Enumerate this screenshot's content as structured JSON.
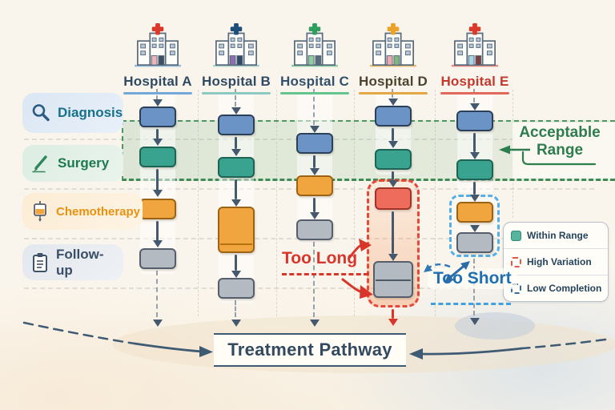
{
  "hospitals": [
    {
      "name": "Hospital A",
      "label_color": "#2e4a63",
      "underline_color": "#73a8d8",
      "cross_color": "#d93a2b",
      "door_colors": [
        "#efb3bb",
        "#3e4f63"
      ],
      "stages": [
        "Diagnosis",
        "Surgery",
        "Chemotherapy",
        "Follow-up"
      ],
      "status": "within_range"
    },
    {
      "name": "Hospital B",
      "label_color": "#2e4a63",
      "underline_color": "#8cc9c0",
      "cross_color": "#1f4e79",
      "door_colors": [
        "#8d6fae",
        "#2f4a68"
      ],
      "stages": [
        "Diagnosis",
        "Surgery",
        "Chemotherapy (long)",
        "Follow-up"
      ],
      "status": "within_range"
    },
    {
      "name": "Hospital C",
      "label_color": "#31506b",
      "underline_color": "#63c48e",
      "cross_color": "#2f9e5f",
      "door_colors": [
        "#8fcf9f",
        "#5b6b77"
      ],
      "stages": [
        "Diagnosis",
        "Chemotherapy",
        "Follow-up"
      ],
      "status": "within_range"
    },
    {
      "name": "Hospital D",
      "label_color": "#4c432f",
      "underline_color": "#e3a844",
      "cross_color": "#eba228",
      "door_colors": [
        "#f0a8b0",
        "#7fb77e"
      ],
      "stages": [
        "Diagnosis",
        "Surgery",
        "Chemotherapy (delayed)",
        "Follow-up (long)"
      ],
      "status": "high_variation"
    },
    {
      "name": "Hospital E",
      "label_color": "#c3392e",
      "underline_color": "#e2685c",
      "cross_color": "#d93a2b",
      "door_colors": [
        "#a8d4e8",
        "#7a4040"
      ],
      "stages": [
        "Diagnosis",
        "Surgery",
        "Chemotherapy (short)",
        "Follow-up (short)"
      ],
      "status": "low_completion"
    }
  ],
  "stages": [
    {
      "label": "Diagnosis",
      "icon": "magnifier-icon",
      "color": "#17718c",
      "bg": "#dbe7f4"
    },
    {
      "label": "Surgery",
      "icon": "scalpel-icon",
      "color": "#1e7a4e",
      "bg": "#dcede2"
    },
    {
      "label": "Chemotherapy",
      "icon": "iv-bag-icon",
      "color": "#e8920e",
      "bg": "#fcecd4"
    },
    {
      "label": "Follow-up",
      "icon": "clipboard-icon",
      "color": "#3a4f66",
      "bg": "#e3e8ee"
    }
  ],
  "annotations": {
    "acceptable_range": {
      "line1": "Acceptable",
      "line2": "Range",
      "color": "#2d7d4f"
    },
    "too_long": {
      "label": "Too Long",
      "color": "#d8362a"
    },
    "too_short": {
      "label": "Too Short",
      "color": "#1f6fb5"
    },
    "pathway": {
      "label": "Treatment Pathway",
      "color": "#32495f"
    }
  },
  "legend": {
    "items": [
      {
        "label": "Within Range",
        "swatch": "teal-filled-square",
        "color": "#54b49c"
      },
      {
        "label": "High Variation",
        "swatch": "red-dashed-square",
        "color": "#e2574b"
      },
      {
        "label": "Low Completion",
        "swatch": "blue-dashed-square",
        "color": "#3b6c9c"
      }
    ]
  },
  "colors": {
    "background": "#faf5ec",
    "stage_box_blue": "#6b93c5",
    "stage_box_teal": "#3aa38f",
    "stage_box_orange": "#f1a53e",
    "stage_box_gray": "#b4bac2",
    "stage_box_red": "#ee6c5c",
    "acceptable_band": "#4e9663",
    "arrow_slate": "#44586e"
  }
}
